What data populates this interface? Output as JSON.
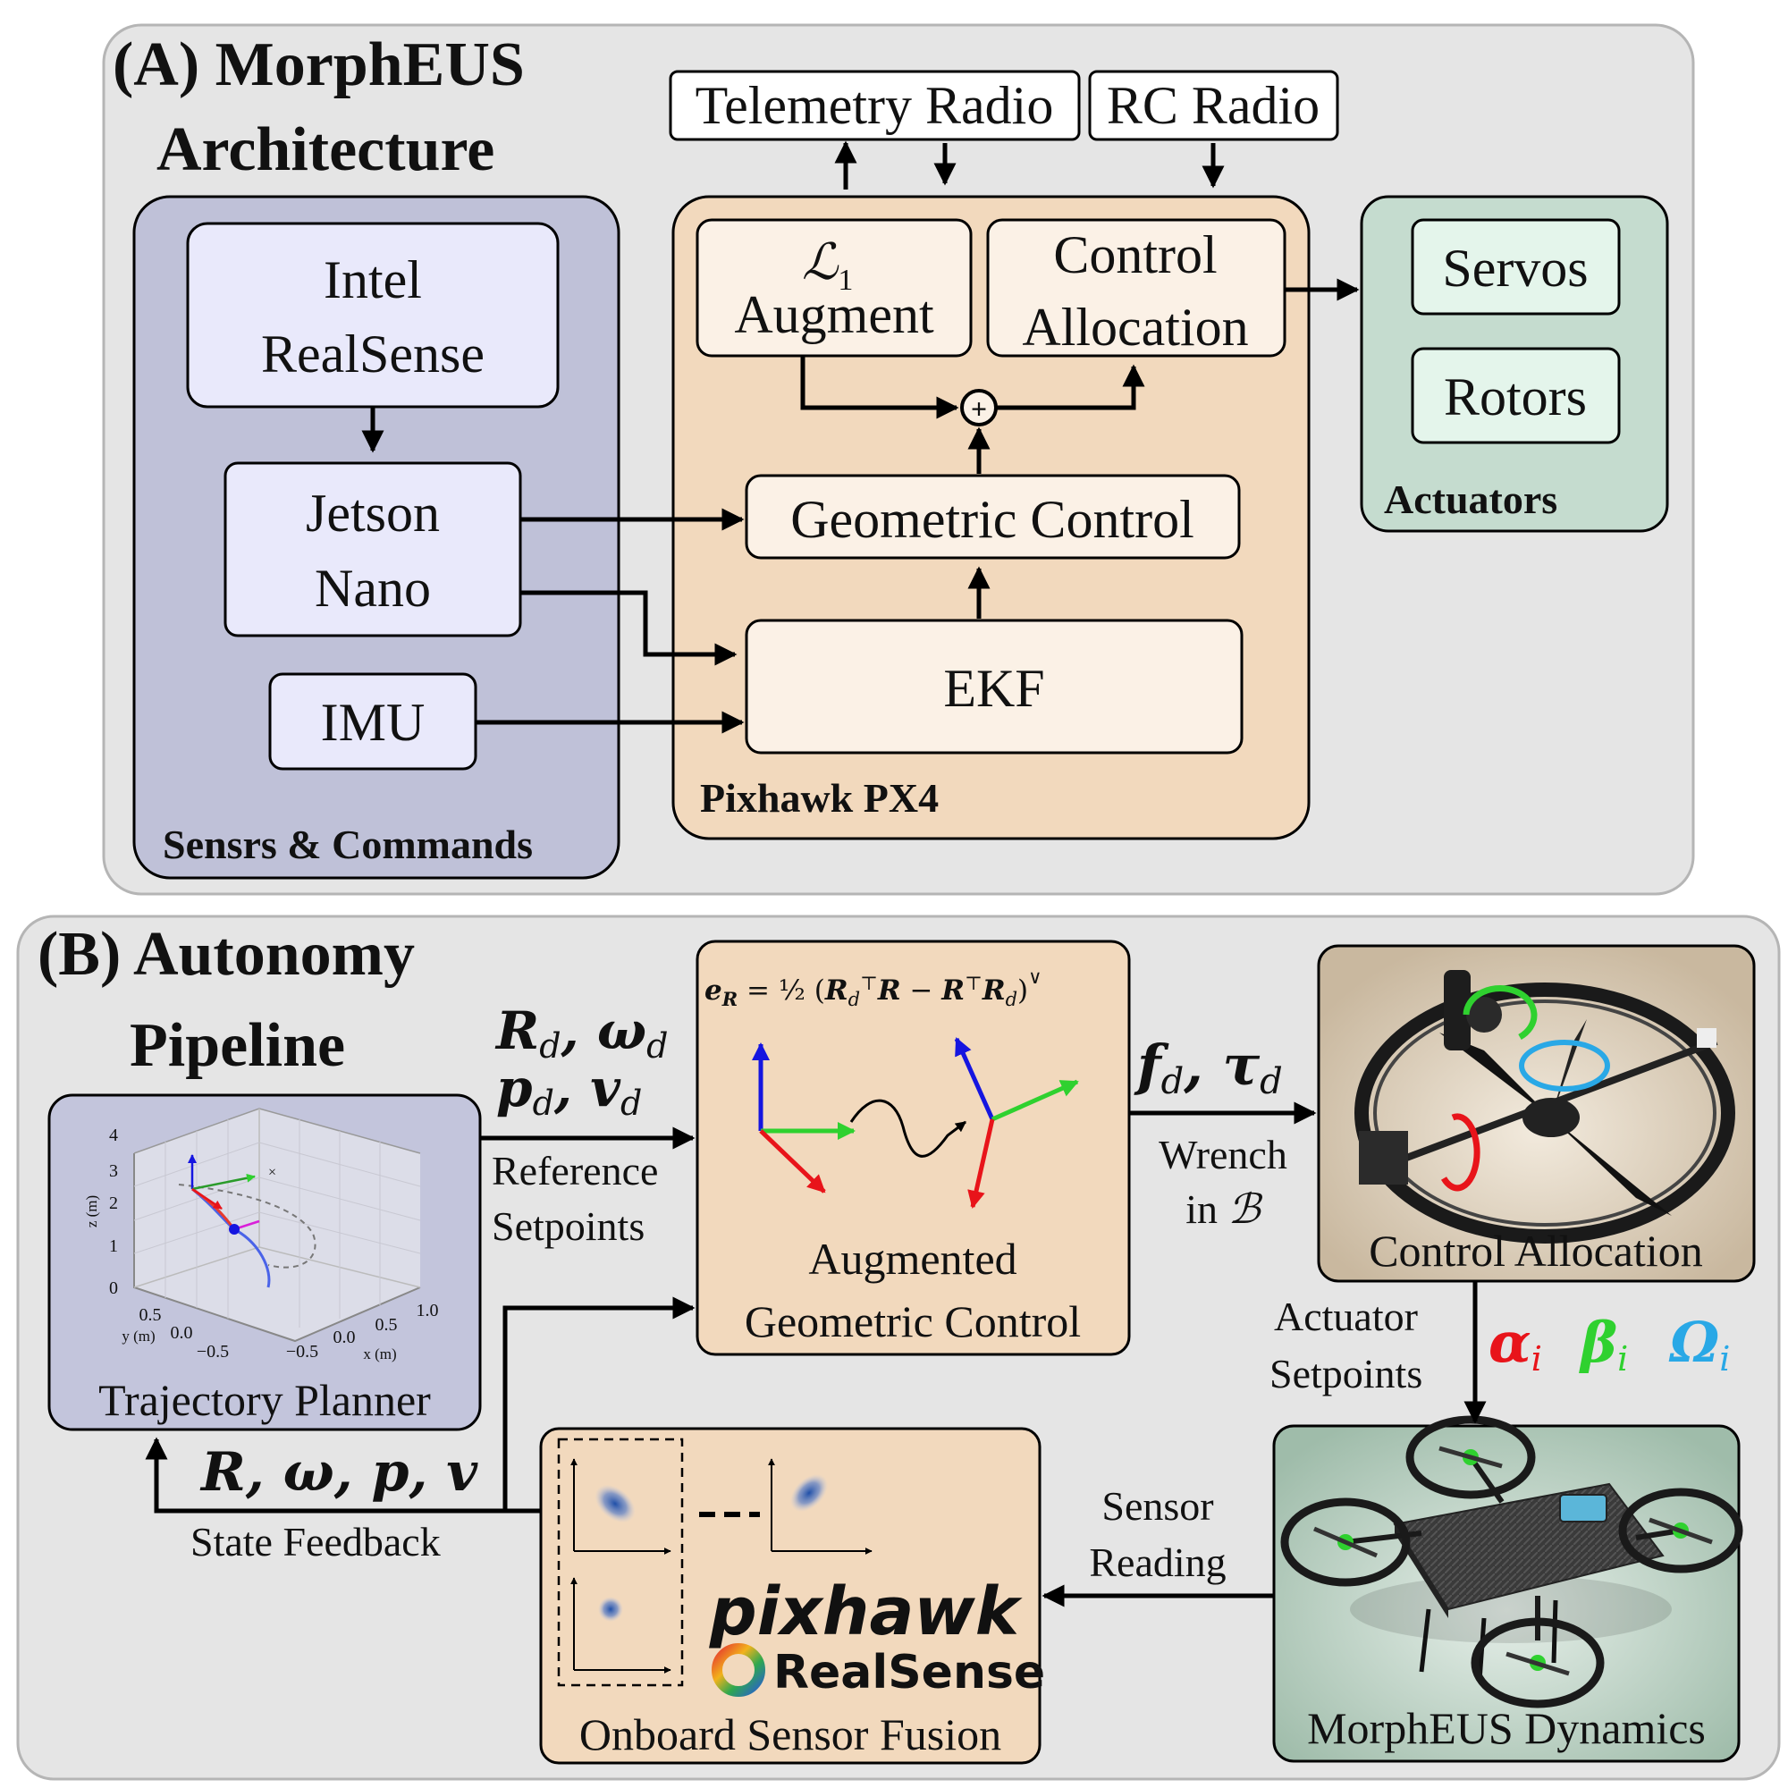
{
  "panel_a": {
    "title_line1": "(A) MorphEUS",
    "title_line2": "Architecture",
    "telemetry_radio": "Telemetry Radio",
    "rc_radio": "RC Radio",
    "sensors_group": "Sensrs & Commands",
    "intel_l1": "Intel",
    "intel_l2": "RealSense",
    "jetson_l1": "Jetson",
    "jetson_l2": "Nano",
    "imu": "IMU",
    "pixhawk_group": "Pixhawk PX4",
    "l1_symbol": "ℒ",
    "l1_sub": "1",
    "l1_augment": "Augment",
    "control_alloc_l1": "Control",
    "control_alloc_l2": "Allocation",
    "sum_symbol": "+",
    "geometric_control": "Geometric Control",
    "ekf": "EKF",
    "actuators_group": "Actuators",
    "servos": "Servos",
    "rotors": "Rotors"
  },
  "panel_b": {
    "title_line1": "(B) Autonomy",
    "title_line2": "Pipeline",
    "reference_l1": "Reference",
    "reference_l2": "Setpoints",
    "state_feedback": "State Feedback",
    "augmented_l1": "Augmented",
    "augmented_l2": "Geometric Control",
    "wrench_l1": "Wrench",
    "wrench_l2": "in",
    "wrench_frame": "ℬ",
    "control_allocation": "Control Allocation",
    "actuator_l1": "Actuator",
    "actuator_l2": "Setpoints",
    "sensor_l1": "Sensor",
    "sensor_l2": "Reading",
    "dynamics": "MorphEUS Dynamics",
    "fusion": "Onboard Sensor Fusion",
    "trajectory_planner": "Trajectory Planner",
    "pixhawk_logo": "pixhawk",
    "realsense_logo": "RealSense",
    "math": {
      "ref_line1": "R_d, ω_d",
      "ref_line2": "p_d, v_d",
      "state": "R, ω, p, v",
      "wrench": "f_d, τ_d",
      "alpha": "α",
      "beta": "β",
      "omega_cap": "Ω",
      "sub_i": "i",
      "eR_eq": "e_R = ½ (R_dᵀR − RᵀR_d)ᵛ"
    },
    "plot": {
      "z_ticks": [
        "0",
        "1",
        "2",
        "3",
        "4"
      ],
      "z_label": "z (m)",
      "y_ticks": [
        "0.5",
        "0.0",
        "−0.5"
      ],
      "y_label": "y (m)",
      "x_ticks": [
        "−0.5",
        "0.0",
        "0.5",
        "1.0"
      ],
      "x_label": "x (m)"
    }
  },
  "colors": {
    "panel_bg": "#e5e5e5",
    "sensors_bg": "#bfc1d8",
    "sensors_box": "#e9e9fb",
    "pixhawk_bg": "#f2d9bd",
    "pixhawk_box": "#fbf1e6",
    "actuators_bg": "#c5dccf",
    "actuators_box": "#e4f5eb",
    "planner_bg": "#c3c5dc",
    "block_bg": "#f2d9bd",
    "dynamics_bg": "#c6ddd0",
    "alpha": "#e8141a",
    "beta": "#2fd12f",
    "omega": "#29a8e6"
  }
}
